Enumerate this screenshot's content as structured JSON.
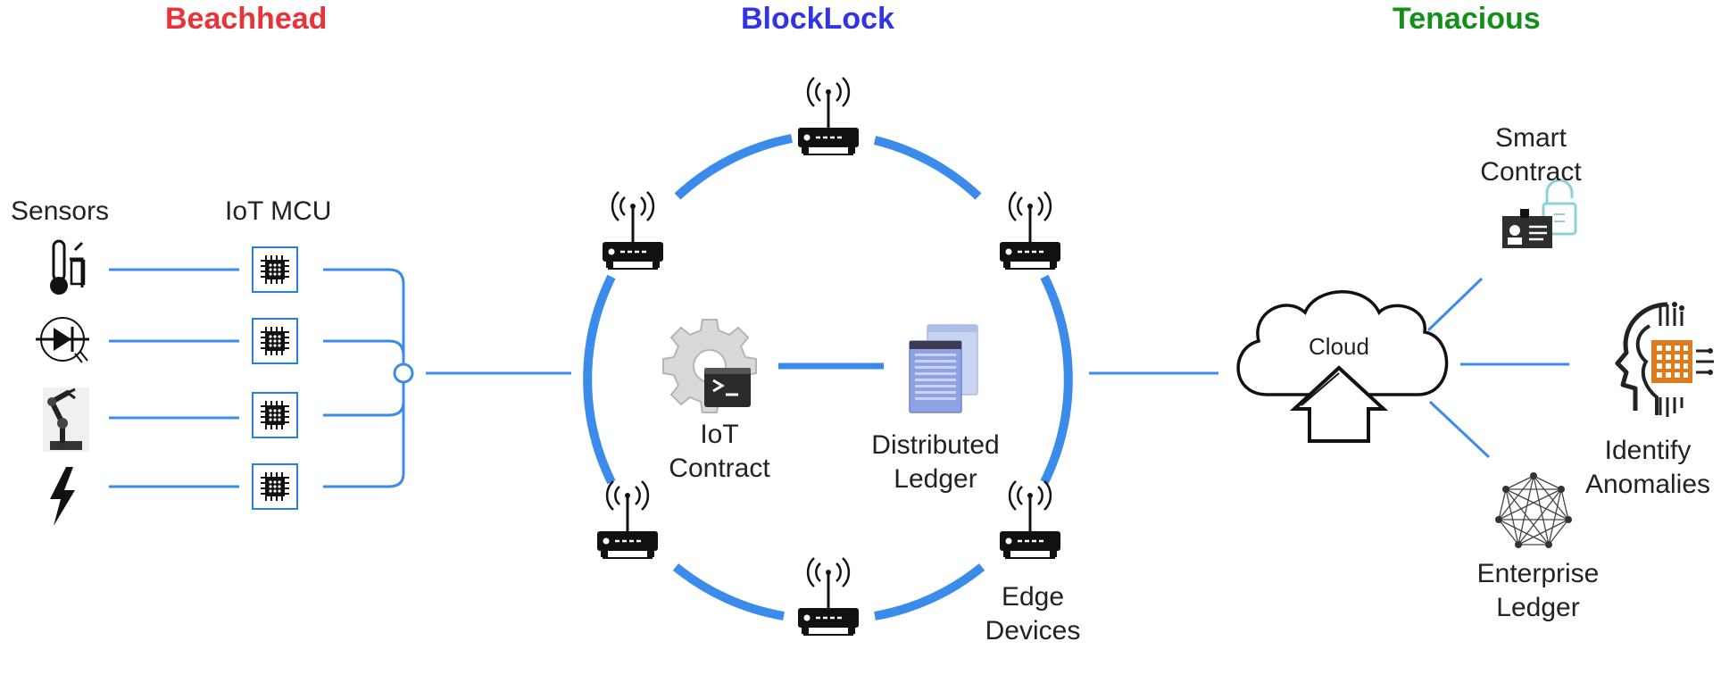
{
  "sections": {
    "beachhead": {
      "title": "Beachhead",
      "color": "#e8333a"
    },
    "blocklock": {
      "title": "BlockLock",
      "color": "#3333e6"
    },
    "tenacious": {
      "title": "Tenacious",
      "color": "#12901a"
    }
  },
  "labels": {
    "sensors": "Sensors",
    "iot_mcu": "IoT MCU",
    "iot_contract_line1": "IoT",
    "iot_contract_line2": "Contract",
    "distributed_ledger_line1": "Distributed",
    "distributed_ledger_line2": "Ledger",
    "edge_devices_line1": "Edge",
    "edge_devices_line2": "Devices",
    "cloud": "Cloud",
    "smart_contract_line1": "Smart",
    "smart_contract_line2": "Contract",
    "identify_anomalies_line1": "Identify",
    "identify_anomalies_line2": "Anomalies",
    "enterprise_ledger_line1": "Enterprise",
    "enterprise_ledger_line2": "Ledger"
  },
  "icons": {
    "sensors": [
      "thermometer-icon",
      "diode-icon",
      "robot-arm-icon",
      "lightning-icon"
    ],
    "mcu": "microchip-icon",
    "edge": "router-icon",
    "contract": "gear-terminal-icon",
    "ledger": "document-stack-icon",
    "cloud": "cloud-upload-icon",
    "smart_contract": "id-card-lock-icon",
    "anomalies": "head-chip-icon",
    "enterprise": "network-polygon-icon"
  },
  "colors": {
    "connector": "#3b8beb",
    "ring": "#3b8beb",
    "chip_border": "#2b7fd4",
    "chip_accent": "#e07a1a"
  }
}
